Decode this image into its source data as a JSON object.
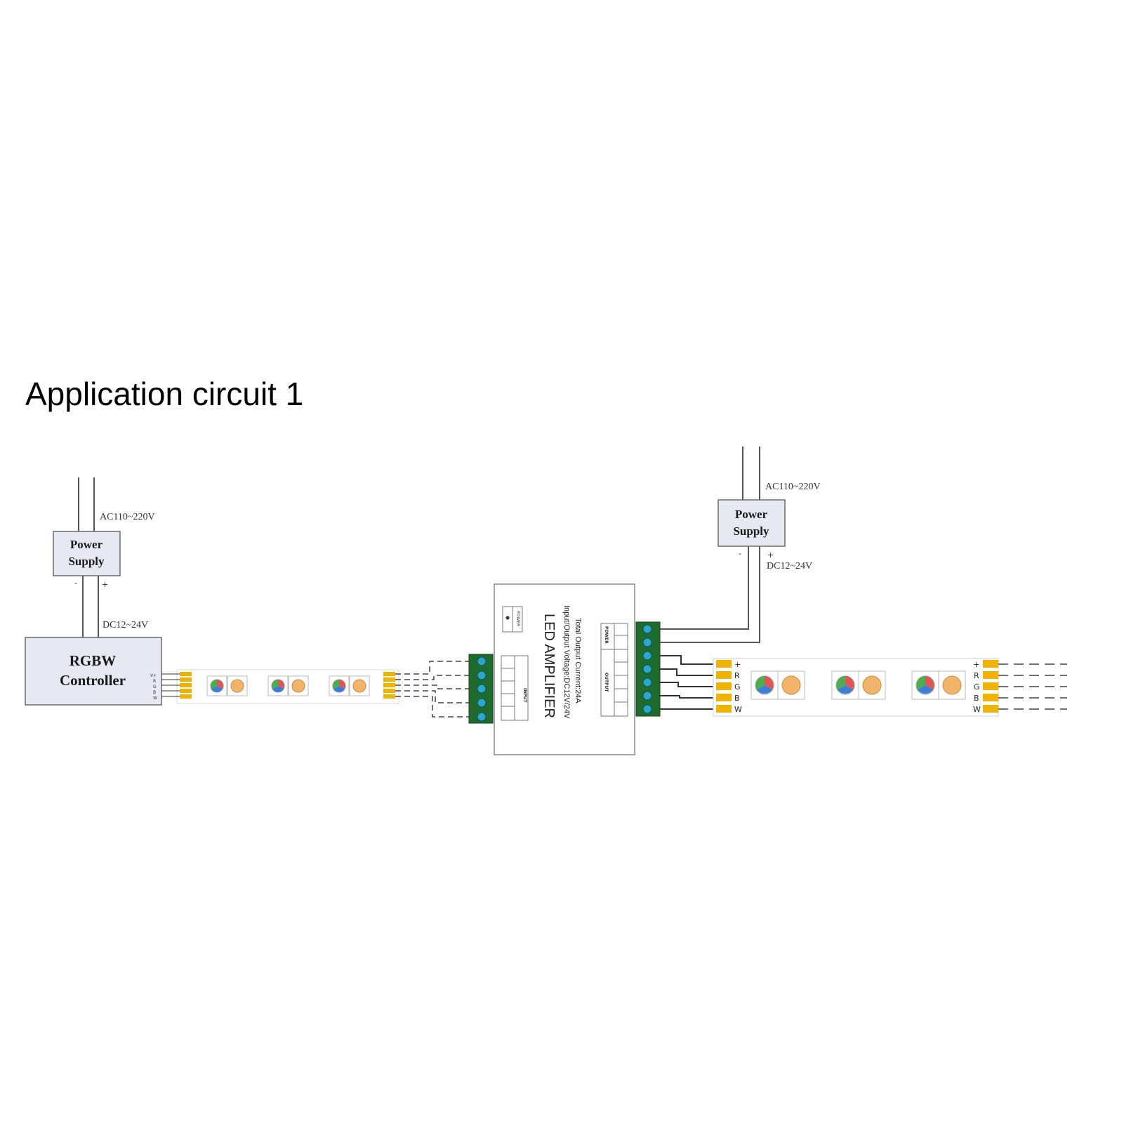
{
  "title": "Application circuit 1",
  "power_supply_left": {
    "line1": "Power",
    "line2": "Supply",
    "ac": "AC110~220V",
    "dc": "DC12~24V",
    "minus": "-",
    "plus": "+"
  },
  "controller": {
    "line1": "RGBW",
    "line2": "Controller",
    "pins": [
      "V+",
      "R",
      "G",
      "B",
      "W"
    ]
  },
  "amplifier": {
    "title": "LED AMPLIFIER",
    "voltage": "Input/Output Voltage:DC12V/24V",
    "current": "Total Output Current:24A",
    "input_label": "INPUT",
    "output_label": "OUTPUT",
    "power_label": "POWER"
  },
  "power_supply_right": {
    "line1": "Power",
    "line2": "Supply",
    "ac": "AC110~220V",
    "dc": "DC12~24V",
    "minus": "-",
    "plus": "+"
  },
  "strip_pins": [
    "+",
    "R",
    "G",
    "B",
    "W"
  ],
  "colors": {
    "psu_fill": "#e6e9f2",
    "terminal_green": "#1f6b2e",
    "terminal_screw": "#2aa7c9",
    "pad_yellow": "#f0b400",
    "led_warm": "#f1b46a"
  }
}
